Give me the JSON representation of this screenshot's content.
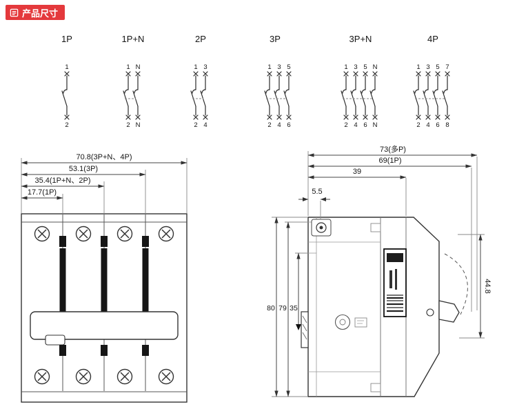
{
  "colors": {
    "accent_red": "#e4393c",
    "line": "#333333"
  },
  "header": {
    "badge_label": "产品尺寸"
  },
  "schematics": [
    {
      "label": "1P",
      "top": [
        "1"
      ],
      "bottom": [
        "2"
      ]
    },
    {
      "label": "1P+N",
      "top": [
        "1",
        "N"
      ],
      "bottom": [
        "2",
        "N"
      ]
    },
    {
      "label": "2P",
      "top": [
        "1",
        "3"
      ],
      "bottom": [
        "2",
        "4"
      ]
    },
    {
      "label": "3P",
      "top": [
        "1",
        "3",
        "5"
      ],
      "bottom": [
        "2",
        "4",
        "6"
      ]
    },
    {
      "label": "3P+N",
      "top": [
        "1",
        "3",
        "5",
        "N"
      ],
      "bottom": [
        "2",
        "4",
        "6",
        "N"
      ]
    },
    {
      "label": "4P",
      "top": [
        "1",
        "3",
        "5",
        "7"
      ],
      "bottom": [
        "2",
        "4",
        "6",
        "8"
      ]
    }
  ],
  "front_view": {
    "dims": [
      {
        "label": "70.8(3P+N、4P)"
      },
      {
        "label": "53.1(3P)"
      },
      {
        "label": "35.4(1P+N、2P)"
      },
      {
        "label": "17.7(1P)"
      }
    ]
  },
  "side_view": {
    "dims": {
      "width_multi": "73(多P)",
      "width_1p": "69(1P)",
      "depth": "39",
      "top_offset": "5.5",
      "height": "80",
      "height_body": "79",
      "rail": "35",
      "handle": "44.8"
    }
  }
}
